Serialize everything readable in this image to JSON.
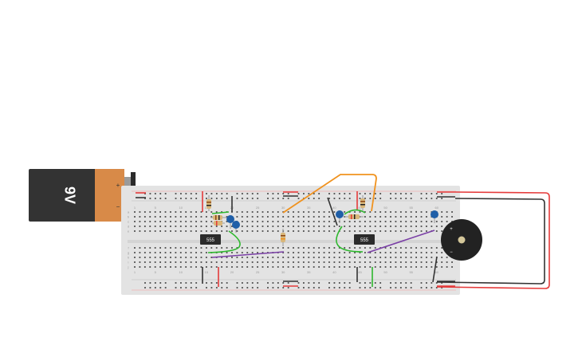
{
  "battery": {
    "label": "9V",
    "plus_sign": "+",
    "minus_sign": "−",
    "body_color": "#333333",
    "cap_color": "#d88a48"
  },
  "breadboard": {
    "column_labels": [
      "1",
      "5",
      "10",
      "15",
      "20",
      "25",
      "30",
      "35",
      "40",
      "45",
      "50",
      "55",
      "60"
    ],
    "row_labels_left": [
      "a",
      "b",
      "c",
      "d",
      "e",
      "f",
      "g",
      "h",
      "i",
      "j"
    ],
    "board_color": "#e3e3e3",
    "rail_positive_color": "#e53a3a",
    "rail_negative_color": "#333333"
  },
  "chips": [
    {
      "label": "555"
    },
    {
      "label": "555"
    }
  ],
  "buzzer": {
    "plus_sign": "+",
    "minus_sign": "−",
    "color": "#222222"
  },
  "wire_colors": {
    "red": "#e53a3a",
    "black": "#333333",
    "green": "#2eb82e",
    "orange": "#f0921e",
    "purple": "#7a3fa6"
  },
  "capacitor_color": "#1f5fa8",
  "resistor_color": "#d9b77a"
}
